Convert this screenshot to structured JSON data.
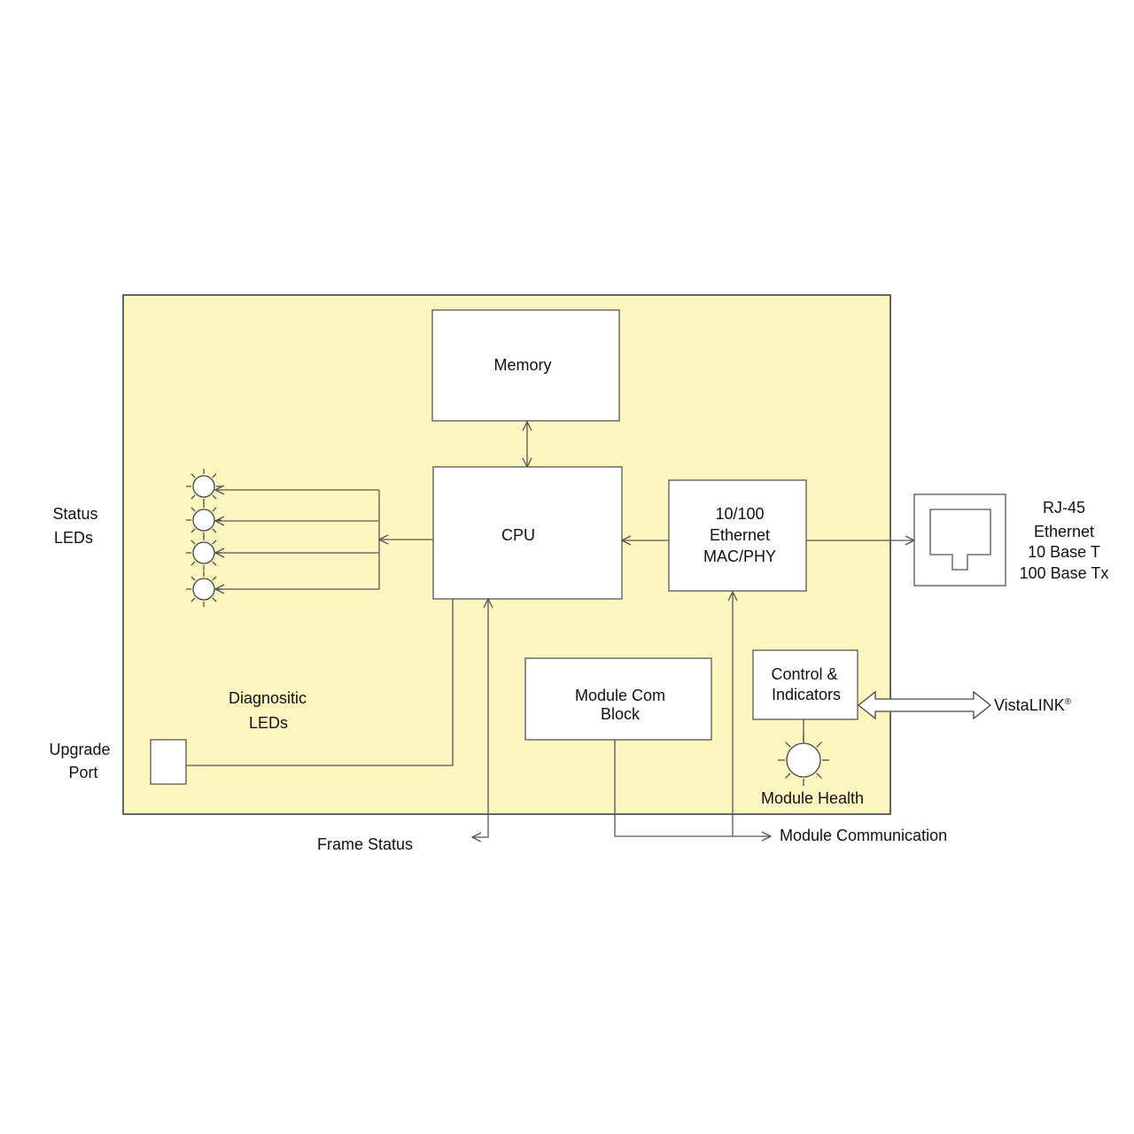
{
  "colors": {
    "board": "#fdf6bf",
    "line": "#555555",
    "box": "#ffffff"
  },
  "blocks": {
    "memory": "Memory",
    "cpu": "CPU",
    "ethernet": [
      "10/100",
      "Ethernet",
      "MAC/PHY"
    ],
    "module_com": [
      "Module Com",
      "Block"
    ],
    "control": [
      "Control &",
      "Indicators"
    ]
  },
  "labels": {
    "status_leds": [
      "Status",
      "LEDs"
    ],
    "diagnostic_leds": [
      "Diagnositic",
      "LEDs"
    ],
    "upgrade_port": [
      "Upgrade",
      "Port"
    ],
    "frame_status": "Frame Status",
    "module_communication": "Module Communication",
    "module_health": "Module Health",
    "vistalink": "VistaLINK",
    "vistalink_mark": "®",
    "rj45": [
      "RJ-45",
      "Ethernet",
      "10 Base T",
      "100 Base Tx"
    ]
  }
}
